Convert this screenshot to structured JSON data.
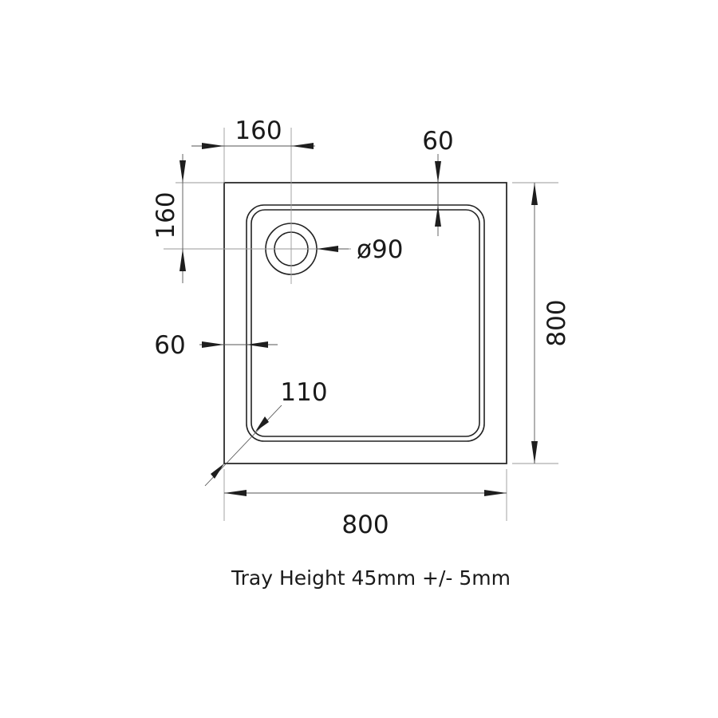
{
  "diagram": {
    "title": "Square shower tray technical drawing",
    "units": "mm",
    "colors": {
      "line": "#222222",
      "extension_line": "#9a9a9a",
      "background": "#ffffff"
    },
    "dimensions": {
      "drain_offset_x": "160",
      "drain_offset_y": "160",
      "rim_width_top": "60",
      "rim_width_left": "60",
      "drain_diameter": "ø90",
      "corner_radius": "110",
      "overall_width": "800",
      "overall_length": "800"
    },
    "caption": "Tray Height 45mm +/- 5mm"
  }
}
